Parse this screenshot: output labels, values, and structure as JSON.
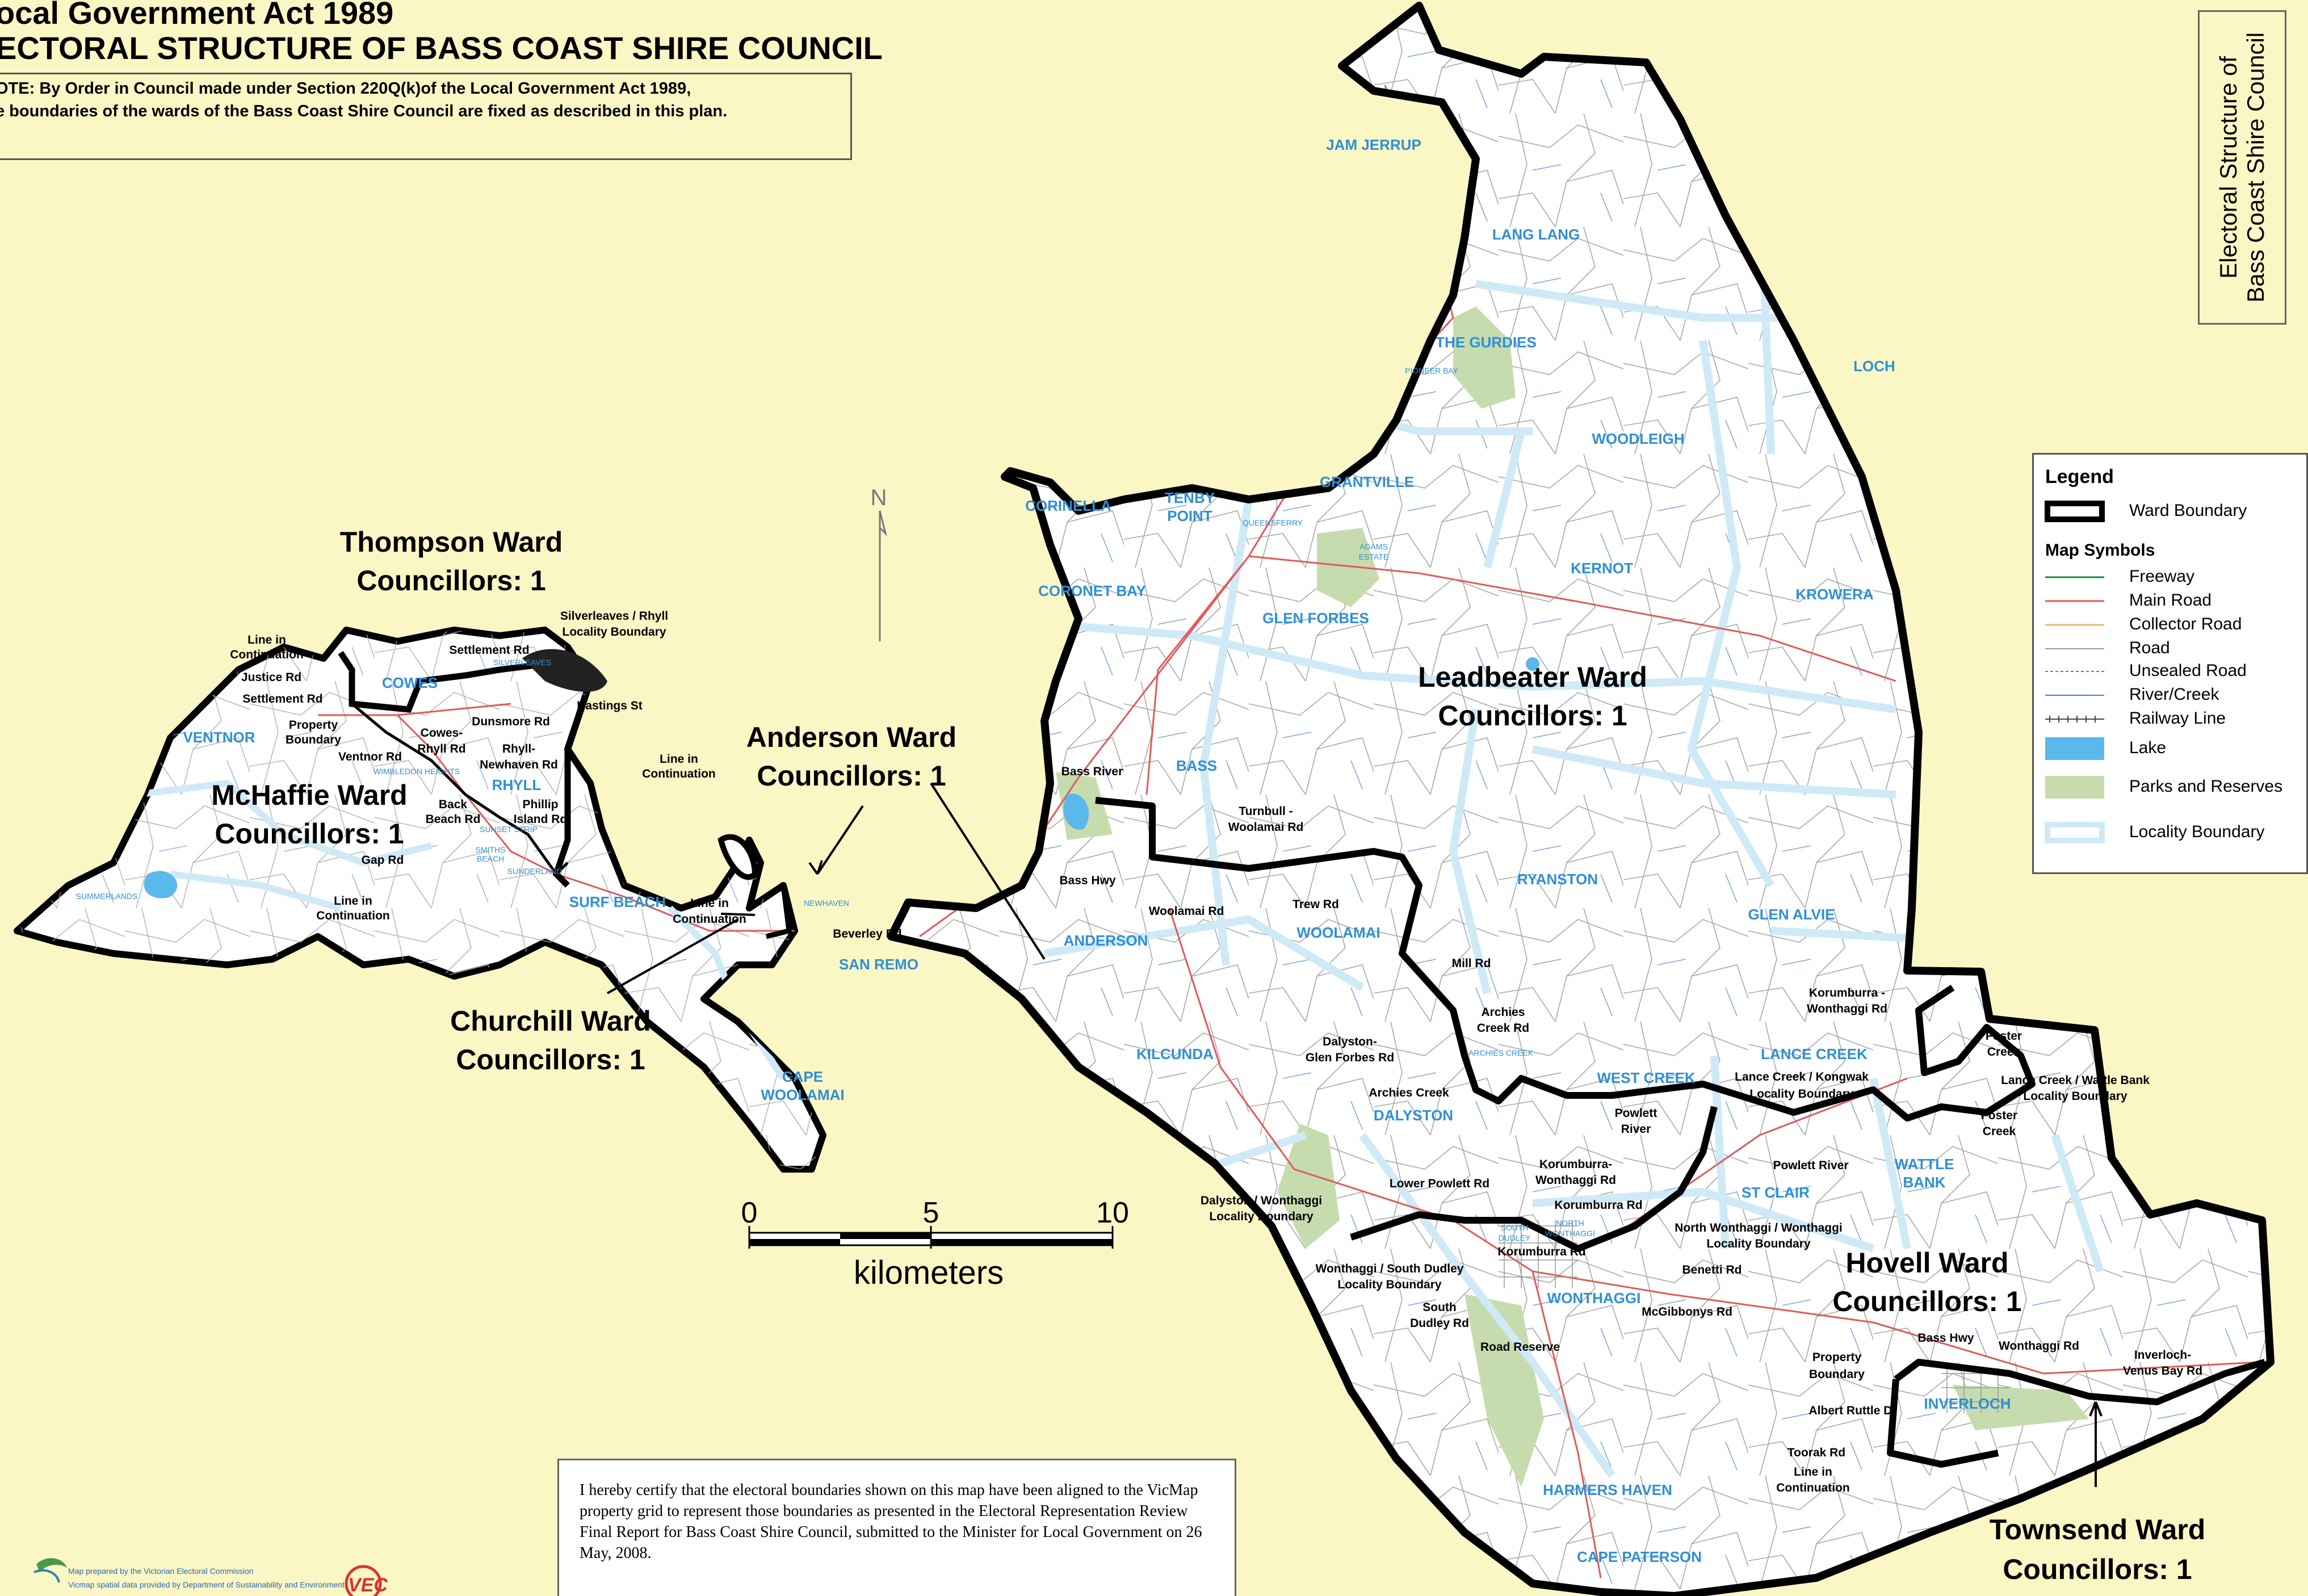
{
  "header": {
    "line1": "ocal Government Act 1989",
    "line2": "ECTORAL STRUCTURE OF BASS COAST SHIRE COUNCIL",
    "note1": "OTE:  By Order in Council made under Section 220Q(k)of the Local Government Act 1989,",
    "note2": "e boundaries of the wards of the Bass Coast Shire Council are fixed as described in this plan."
  },
  "side_title": {
    "line1": "Electoral Structure of",
    "line2": "Bass Coast Shire Council"
  },
  "north": "N",
  "scale": {
    "t0": "0",
    "t5": "5",
    "t10": "10",
    "unit": "kilometers"
  },
  "legend": {
    "title": "Legend",
    "ward_boundary": "Ward Boundary",
    "map_symbols": "Map Symbols",
    "freeway": "Freeway",
    "main_road": "Main Road",
    "collector_road": "Collector Road",
    "road": "Road",
    "unsealed_road": "Unsealed Road",
    "river_creek": "River/Creek",
    "railway_line": "Railway Line",
    "lake": "Lake",
    "parks": "Parks and Reserves",
    "locality_boundary": "Locality Boundary",
    "colors": {
      "freeway": "#1e8a3e",
      "main_road": "#e05a5a",
      "collector_road": "#e9b870",
      "road": "#9a9a9a",
      "river": "#4a7fc1",
      "lake": "#5bb8ea",
      "parks": "#c6dcae",
      "locality": "#cfe9f7",
      "ward": "#000000"
    }
  },
  "wards": {
    "thompson": {
      "name": "Thompson Ward",
      "councillors": "Councillors: 1"
    },
    "mchaffie": {
      "name": "McHaffie Ward",
      "councillors": "Councillors: 1"
    },
    "churchill": {
      "name": "Churchill Ward",
      "councillors": "Councillors: 1"
    },
    "anderson": {
      "name": "Anderson Ward",
      "councillors": "Councillors: 1"
    },
    "leadbeater": {
      "name": "Leadbeater Ward",
      "councillors": "Councillors: 1"
    },
    "hovell": {
      "name": "Hovell Ward",
      "councillors": "Councillors: 1"
    },
    "townsend": {
      "name": "Townsend Ward",
      "councillors": "Councillors: 1"
    }
  },
  "localities": {
    "jam_jerrup": "JAM JERRUP",
    "lang_lang": "LANG LANG",
    "the_gurdies": "THE GURDIES",
    "loch": "LOCH",
    "woodleigh": "WOODLEIGH",
    "grantville": "GRANTVILLE",
    "corinella": "CORINELLA",
    "tenby": "TENBY",
    "point": "POINT",
    "kernot": "KERNOT",
    "coronet_bay": "CORONET BAY",
    "glen_forbes": "GLEN FORBES",
    "krowera": "KROWERA",
    "bass": "BASS",
    "ryanston": "RYANSTON",
    "glen_alvie": "GLEN ALVIE",
    "anderson": "ANDERSON",
    "woolamai": "WOOLAMAI",
    "san_remo": "SAN REMO",
    "kilcunda": "KILCUNDA",
    "dalyston": "DALYSTON",
    "west_creek": "WEST CREEK",
    "lance_creek": "LANCE CREEK",
    "st_clair": "ST CLAIR",
    "wattle": "WATTLE",
    "bank": "BANK",
    "wonthaggi": "WONTHAGGI",
    "inverloch": "INVERLOCH",
    "harmers_haven": "HARMERS HAVEN",
    "cape_paterson": "CAPE PATERSON",
    "cowes": "COWES",
    "ventnor": "VENTNOR",
    "rhyll": "RHYLL",
    "surf_beach": "SURF BEACH",
    "cape": "CAPE",
    "woolamai2": "WOOLAMAI"
  },
  "annotations": {
    "line_in": "Line in",
    "continuation": "Continuation",
    "justice_rd": "Justice Rd",
    "settlement_rd": "Settlement Rd",
    "settlement_rd2": "Settlement Rd",
    "silverleaves1": "Silverleaves / Rhyll",
    "silverleaves2": "Locality Boundary",
    "property": "Property",
    "boundary": "Boundary",
    "ventnor_rd": "Ventnor Rd",
    "cowes_rhyll1": "Cowes-",
    "cowes_rhyll2": "Rhyll Rd",
    "dunsmore_rd": "Dunsmore Rd",
    "hastings_st": "Hastings St",
    "rhyll_newhaven1": "Rhyll-",
    "rhyll_newhaven2": "Newhaven Rd",
    "back_beach1": "Back",
    "back_beach2": "Beach Rd",
    "phillip_island1": "Phillip",
    "phillip_island2": "Island Rd",
    "gap_rd": "Gap Rd",
    "beverley_rd": "Beverley Rd",
    "bass_river": "Bass River",
    "bass_hwy": "Bass Hwy",
    "woolamai_rd": "Woolamai Rd",
    "turnbull1": "Turnbull -",
    "turnbull2": "Woolamai Rd",
    "trew_rd": "Trew Rd",
    "mill_rd": "Mill Rd",
    "archies_creek_rd1": "Archies",
    "archies_creek_rd2": "Creek Rd",
    "dalyston_gf1": "Dalyston-",
    "dalyston_gf2": "Glen Forbes Rd",
    "archies_creek": "Archies Creek",
    "korumburra_wonthaggi1": "Korumburra -",
    "korumburra_wonthaggi2": "Wonthaggi Rd",
    "foster1": "Foster",
    "foster2": "Creek",
    "lance_kongwak1": "Lance Creek / Kongwak",
    "lance_kongwak2": "Locality Boundary",
    "lance_wattle1": "Lance Creek / Wattle Bank",
    "lance_wattle2": "Locality Boundary",
    "powlett_river1": "Powlett",
    "powlett_river2": "River",
    "powlett_river3": "Powlett River",
    "lower_powlett_rd": "Lower Powlett Rd",
    "dalyston_wonthaggi1": "Dalyston / Wonthaggi",
    "dalyston_wonthaggi2": "Locality Boundary",
    "kw_rd1": "Korumburra-",
    "kw_rd2": "Wonthaggi Rd",
    "korumburra_rd": "Korumburra Rd",
    "korumburra_rd2": "Korumburra Rd",
    "north_wonthaggi1": "North Wonthaggi / Wonthaggi",
    "north_wonthaggi2": "Locality Boundary",
    "benetti_rd": "Benetti Rd",
    "mcgibbonys_rd": "McGibbonys Rd",
    "wsd1": "Wonthaggi / South Dudley",
    "wsd2": "Locality Boundary",
    "south_dudley1": "South",
    "south_dudley2": "Dudley Rd",
    "road_reserve": "Road Reserve",
    "bass_hwy2": "Bass Hwy",
    "wonthaggi_rd": "Wonthaggi Rd",
    "inverloch_venus1": "Inverloch-",
    "inverloch_venus2": "Venus Bay Rd",
    "albert_ruttle_dr": "Albert Ruttle Dr",
    "toorak_rd": "Toorak Rd"
  },
  "small_labels": {
    "silverleaves": "SILVERLEAVES",
    "wimbledon": "WIMBLEDON HEIGHTS",
    "sunset": "SUNSET STRIP",
    "smiths": "SMITHS",
    "beach": "BEACH",
    "sunderland": "SUNDERLAND",
    "summerlands": "SUMMERLANDS",
    "newhaven": "NEWHAVEN",
    "pioneer_bay": "PIONEER BAY",
    "queensferry": "QUEENSFERRY",
    "adams": "ADAMS",
    "estate": "ESTATE",
    "archies_creek_small": "ARCHIES CREEK",
    "north": "NORTH",
    "wonthaggi_small": "WONTHAGGI",
    "south": "SOUTH",
    "dudley": "DUDLEY"
  },
  "certification": "I hereby certify that the electoral boundaries shown on this map have been aligned to the VicMap property grid to represent those boundaries as presented in the Electoral Representation Review Final Report for Bass Coast Shire Council, submitted to the Minister for Local Government on 26 May, 2008.",
  "credits": {
    "line1": "Map prepared by the Victorian Electoral Commission",
    "line2": "Vicmap spatial data provided by Department of Sustainability and Environment"
  },
  "vec_logo": "VEC"
}
